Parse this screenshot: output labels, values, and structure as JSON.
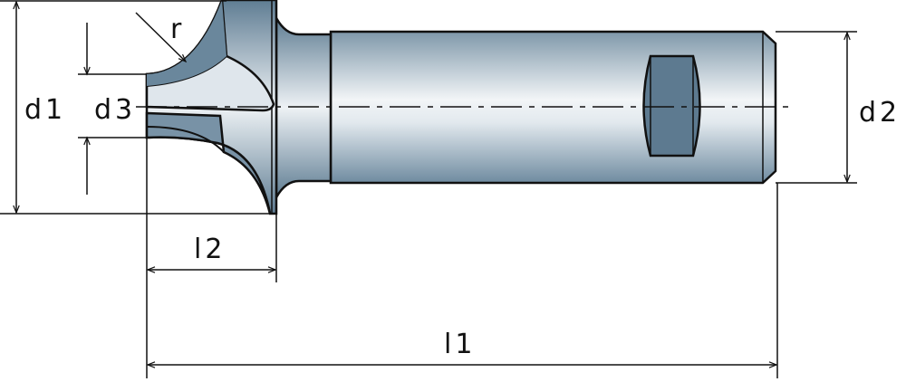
{
  "drawing": {
    "labels": {
      "radius": "r",
      "d1": "d1",
      "d2": "d2",
      "d3": "d3",
      "l1": "l1",
      "l2": "l2"
    },
    "colors": {
      "steel_dark": "#5f7d93",
      "steel_light": "#eef2f5",
      "line": "#111111"
    }
  }
}
